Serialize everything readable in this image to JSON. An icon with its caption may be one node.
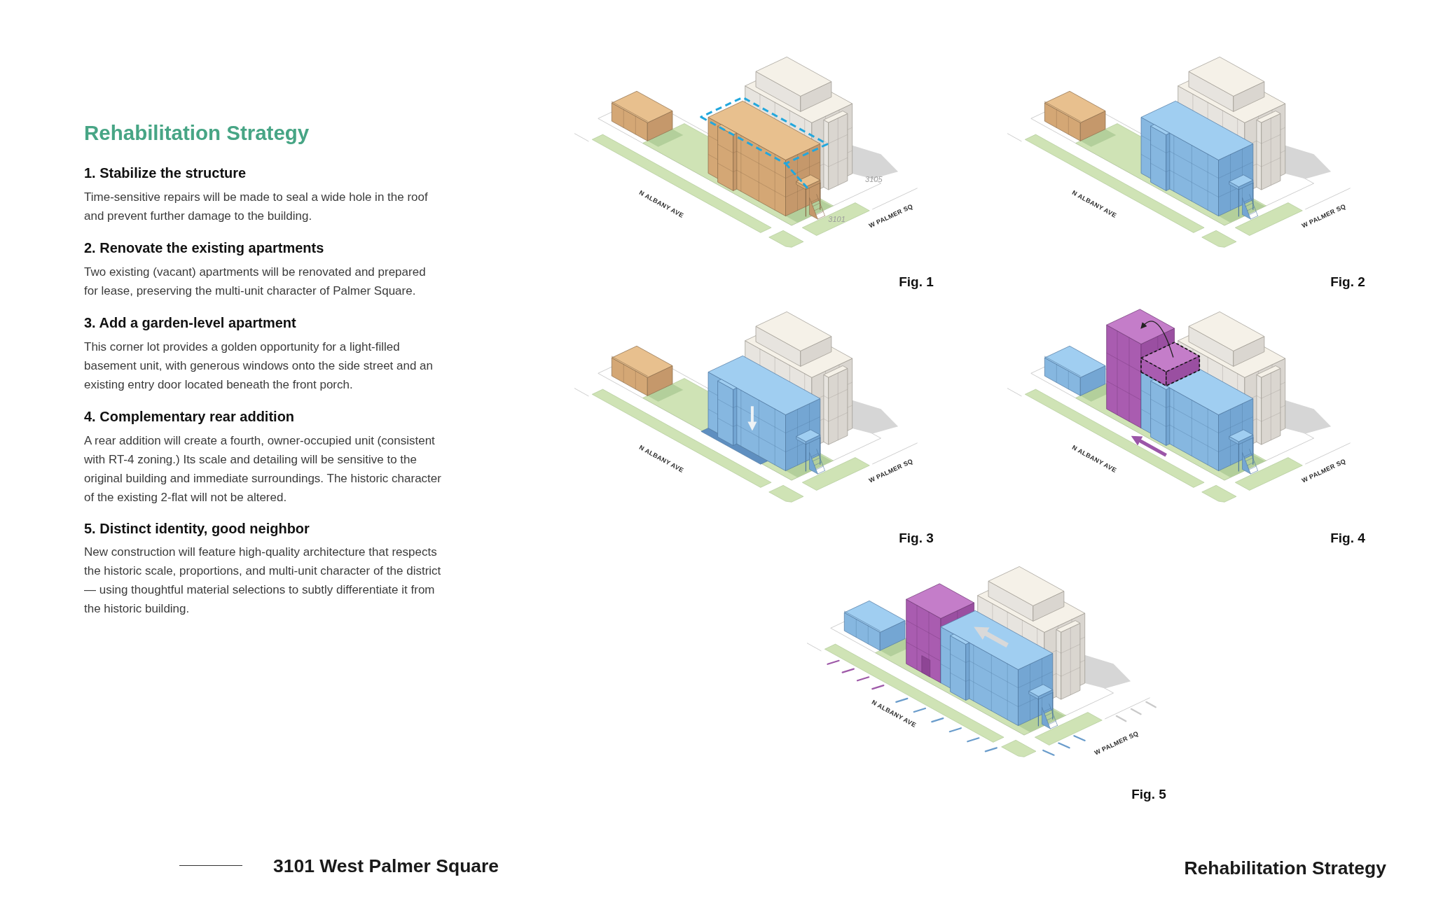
{
  "diagram": {
    "title": "Rehabilitation Strategy",
    "labels": [
      "1. Stabilize the structure",
      "Time-sensitive repairs will be made to seal a wide hole in the roof and prevent further damage to the building.",
      "2. Renovate the existing apartments",
      "Two existing (vacant) apartments will be renovated and prepared for lease, preserving the multi-unit character of Palmer Square.",
      "3. Add a garden-level apartment",
      "This corner lot provides a golden opportunity for a light-filled basement unit, with generous windows onto the side street and an existing entry door located beneath the front porch.",
      "4. Complementary rear addition",
      "A rear addition will create a fourth, owner-occupied unit (consistent with RT-4 zoning.) Its scale and detailing will be sensitive to the original building and immediate surroundings. The historic character of the existing 2-flat will not be altered.",
      "5. Distinct identity, good neighbor",
      "New construction will feature high-quality architecture that respects the historic scale, proportions, and multi-unit character of the district — using thoughtful material selections to subtly differentiate it from the historic building.",
      "N ALBANY AVE",
      "3105",
      "3101",
      "W PALMER SQ",
      "Fig. 1",
      "N ALBANY AVE",
      "W PALMER SQ",
      "Fig. 2",
      "N ALBANY AVE",
      "W PALMER SQ",
      "Fig. 3",
      "N ALBANY AVE",
      "W PALMER SQ",
      "Fig. 4",
      "N ALBANY AVE",
      "W PALMER SQ",
      "Fig. 5",
      "3101 West Palmer Square",
      "Rehabilitation Strategy"
    ]
  }
}
